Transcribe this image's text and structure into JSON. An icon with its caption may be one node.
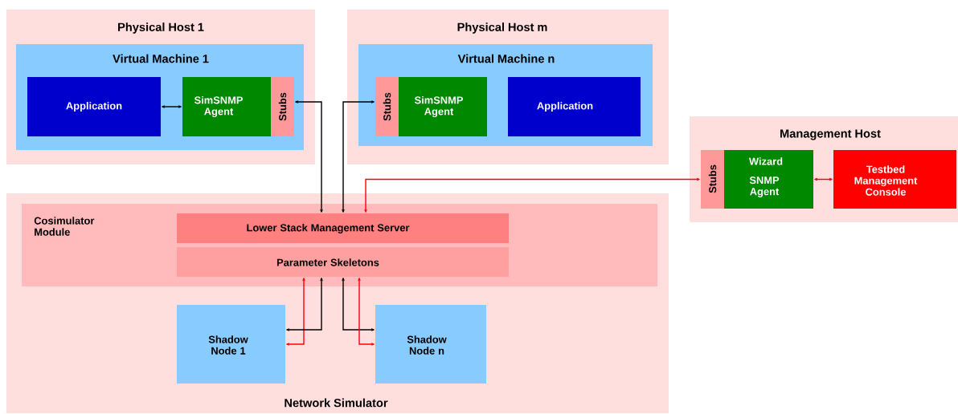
{
  "diagram": {
    "nodes": [
      {
        "text": [
          "Physical Host 1"
        ]
      },
      {
        "text": [
          "Virtual Machine 1"
        ],
        "in": 0
      },
      {
        "text": [
          "Application"
        ],
        "in": 1
      },
      {
        "text": [
          "SimSNMP Agent"
        ],
        "in": 1
      },
      {
        "text": [
          "Stubs"
        ],
        "in": 1
      },
      {
        "text": [
          "Physical Host m"
        ]
      },
      {
        "text": [
          "Virtual Machine n"
        ],
        "in": 5
      },
      {
        "text": [
          "Stubs"
        ],
        "in": 6
      },
      {
        "text": [
          "SimSNMP Agent"
        ],
        "in": 6
      },
      {
        "text": [
          "Application"
        ],
        "in": 6
      },
      {
        "text": [
          "Management Host"
        ]
      },
      {
        "text": [
          "Stubs"
        ],
        "in": 10
      },
      {
        "text": [
          "Wizard",
          "SNMP Agent"
        ],
        "in": 10
      },
      {
        "text": [
          "Testbed Management Console"
        ],
        "in": 10
      },
      {
        "text": [
          "Network Simulator"
        ]
      },
      {
        "text": [
          "Cosimulator Module"
        ],
        "in": 14
      },
      {
        "text": [
          "Lower Stack Management Server"
        ],
        "in": 15
      },
      {
        "text": [
          "Parameter Skeletons"
        ],
        "in": 15
      },
      {
        "text": [
          "Shadow Node 1"
        ],
        "in": 14
      },
      {
        "text": [
          "Shadow Node n"
        ],
        "in": 14
      }
    ],
    "edges": [
      {
        "from": 2,
        "to": 3,
        "arrow": "both"
      },
      {
        "from": 4,
        "to": 16,
        "arrow": "both"
      },
      {
        "from": 7,
        "to": 16,
        "arrow": "both"
      },
      {
        "from": 11,
        "to": 16,
        "arrow": "both",
        "color": "#ff0000"
      },
      {
        "from": 12,
        "to": 13,
        "arrow": "both",
        "color": "#ff0000"
      },
      {
        "from": 18,
        "to": 17,
        "arrow": "both",
        "color": "#ff0000"
      },
      {
        "from": 18,
        "to": 17,
        "arrow": "both"
      },
      {
        "from": 19,
        "to": 17,
        "arrow": "both"
      },
      {
        "from": 19,
        "to": 17,
        "arrow": "both",
        "color": "#ff0000"
      }
    ]
  }
}
